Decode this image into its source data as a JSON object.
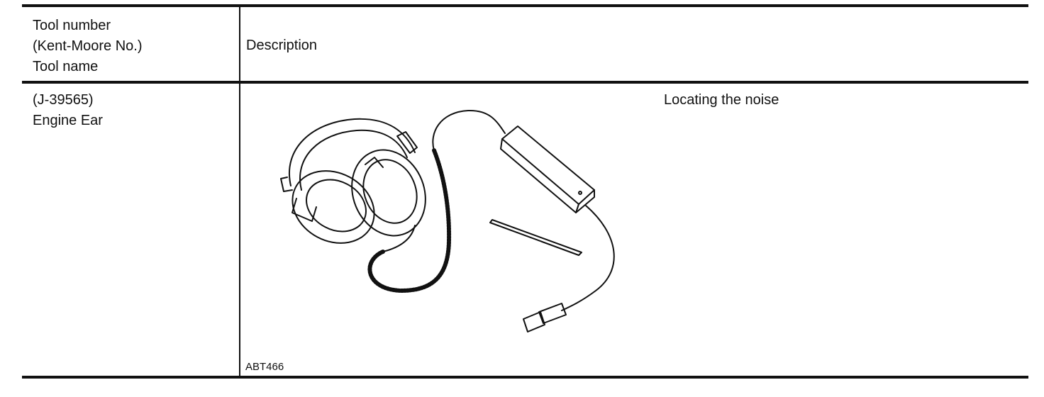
{
  "table": {
    "header": {
      "col1_lines": [
        "Tool number",
        "(Kent-Moore No.)",
        "Tool name"
      ],
      "col2": "Description"
    },
    "rows": [
      {
        "tool_number": "(J-39565)",
        "tool_name": "Engine Ear",
        "description": "Locating the noise",
        "figure_code": "ABT466"
      }
    ]
  }
}
